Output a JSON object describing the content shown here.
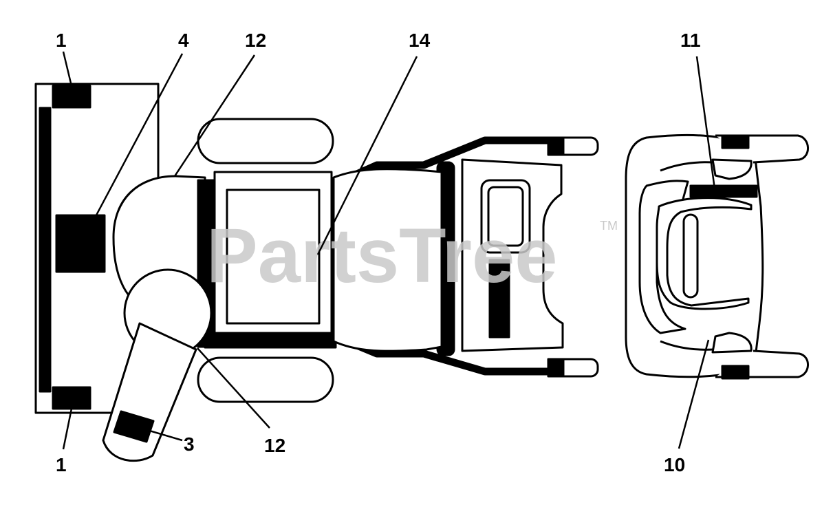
{
  "diagram": {
    "callouts": {
      "c1_top": "1",
      "c4": "4",
      "c12_top": "12",
      "c14": "14",
      "c11": "11",
      "c1_bottom": "1",
      "c3": "3",
      "c12_bottom": "12",
      "c10": "10"
    },
    "watermark": "PartsTree",
    "trademark": "TM"
  },
  "colors": {
    "ink": "#000000",
    "paper": "#ffffff",
    "watermark": "#c9c9c9"
  }
}
